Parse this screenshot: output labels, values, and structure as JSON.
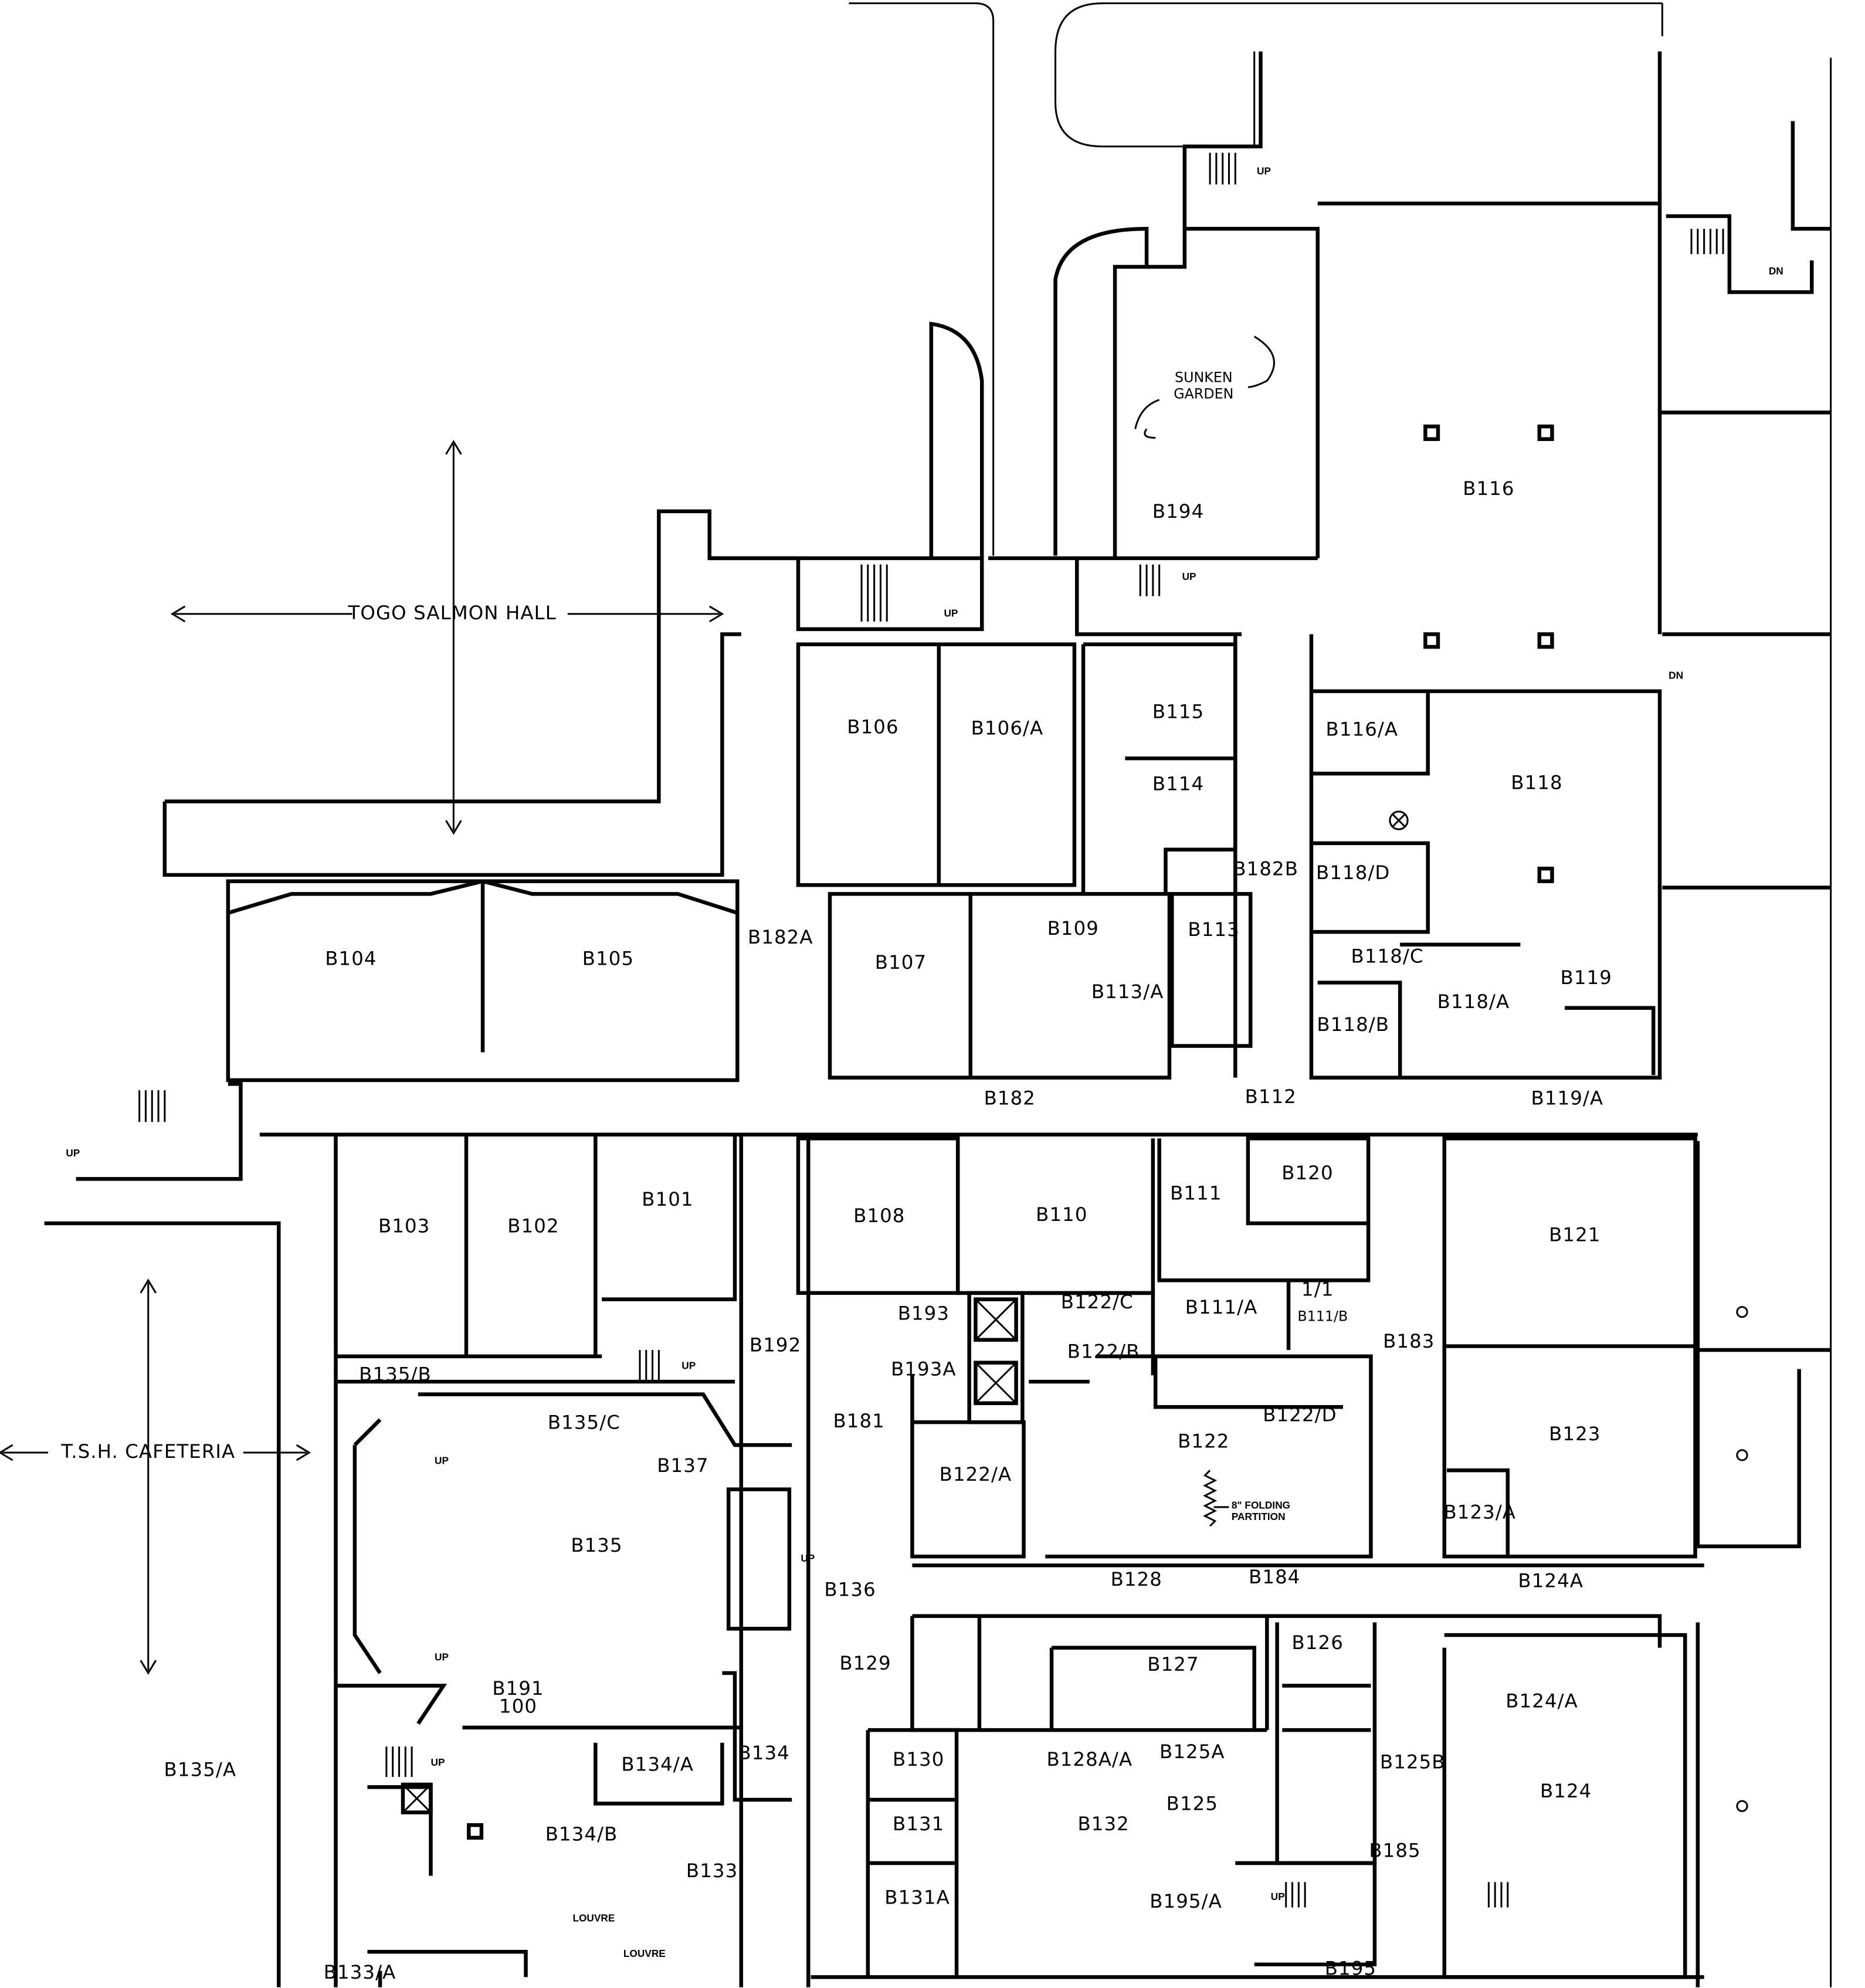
{
  "plan": {
    "areas": {
      "togo": "TOGO SALMON HALL",
      "cafeteria": "T.S.H. CAFETERIA",
      "sunken1": "SUNKEN",
      "sunken2": "GARDEN"
    },
    "rooms": [
      "B116",
      "B194",
      "B106",
      "B106/A",
      "B115",
      "B114",
      "B116/A",
      "B118",
      "B182B",
      "B118/D",
      "B182A",
      "B104",
      "B105",
      "B107",
      "B109",
      "B113",
      "B113/A",
      "B118/C",
      "B119",
      "B118/A",
      "B118/B",
      "B182",
      "B112",
      "B119/A",
      "B103",
      "B102",
      "B101",
      "B108",
      "B110",
      "B111",
      "B120",
      "B121",
      "B111/A",
      "B193",
      "B122/C",
      "B183",
      "B192",
      "B122/B",
      "B135/B",
      "B193A",
      "B135/C",
      "B181",
      "B122/D",
      "B122",
      "B123",
      "B137",
      "B122/A",
      "B123/A",
      "B135",
      "B136",
      "B128",
      "B184",
      "B124A",
      "B129",
      "B127",
      "B126",
      "B124/A",
      "B191",
      "B135/A",
      "B134/A",
      "B134",
      "B130",
      "B128A/A",
      "B125A",
      "B125B",
      "B124",
      "B134/B",
      "B131",
      "B132",
      "B125",
      "B185",
      "B133",
      "B131A",
      "B195/A",
      "B133/A",
      "B195"
    ],
    "small": {
      "b111b": "B111/B",
      "oneone": "1/1",
      "b191num": "100",
      "fold1": "8\" FOLDING",
      "fold2": "PARTITION"
    },
    "markers": {
      "up": "UP",
      "dn": "DN",
      "louvre": "LOUVRE"
    }
  }
}
